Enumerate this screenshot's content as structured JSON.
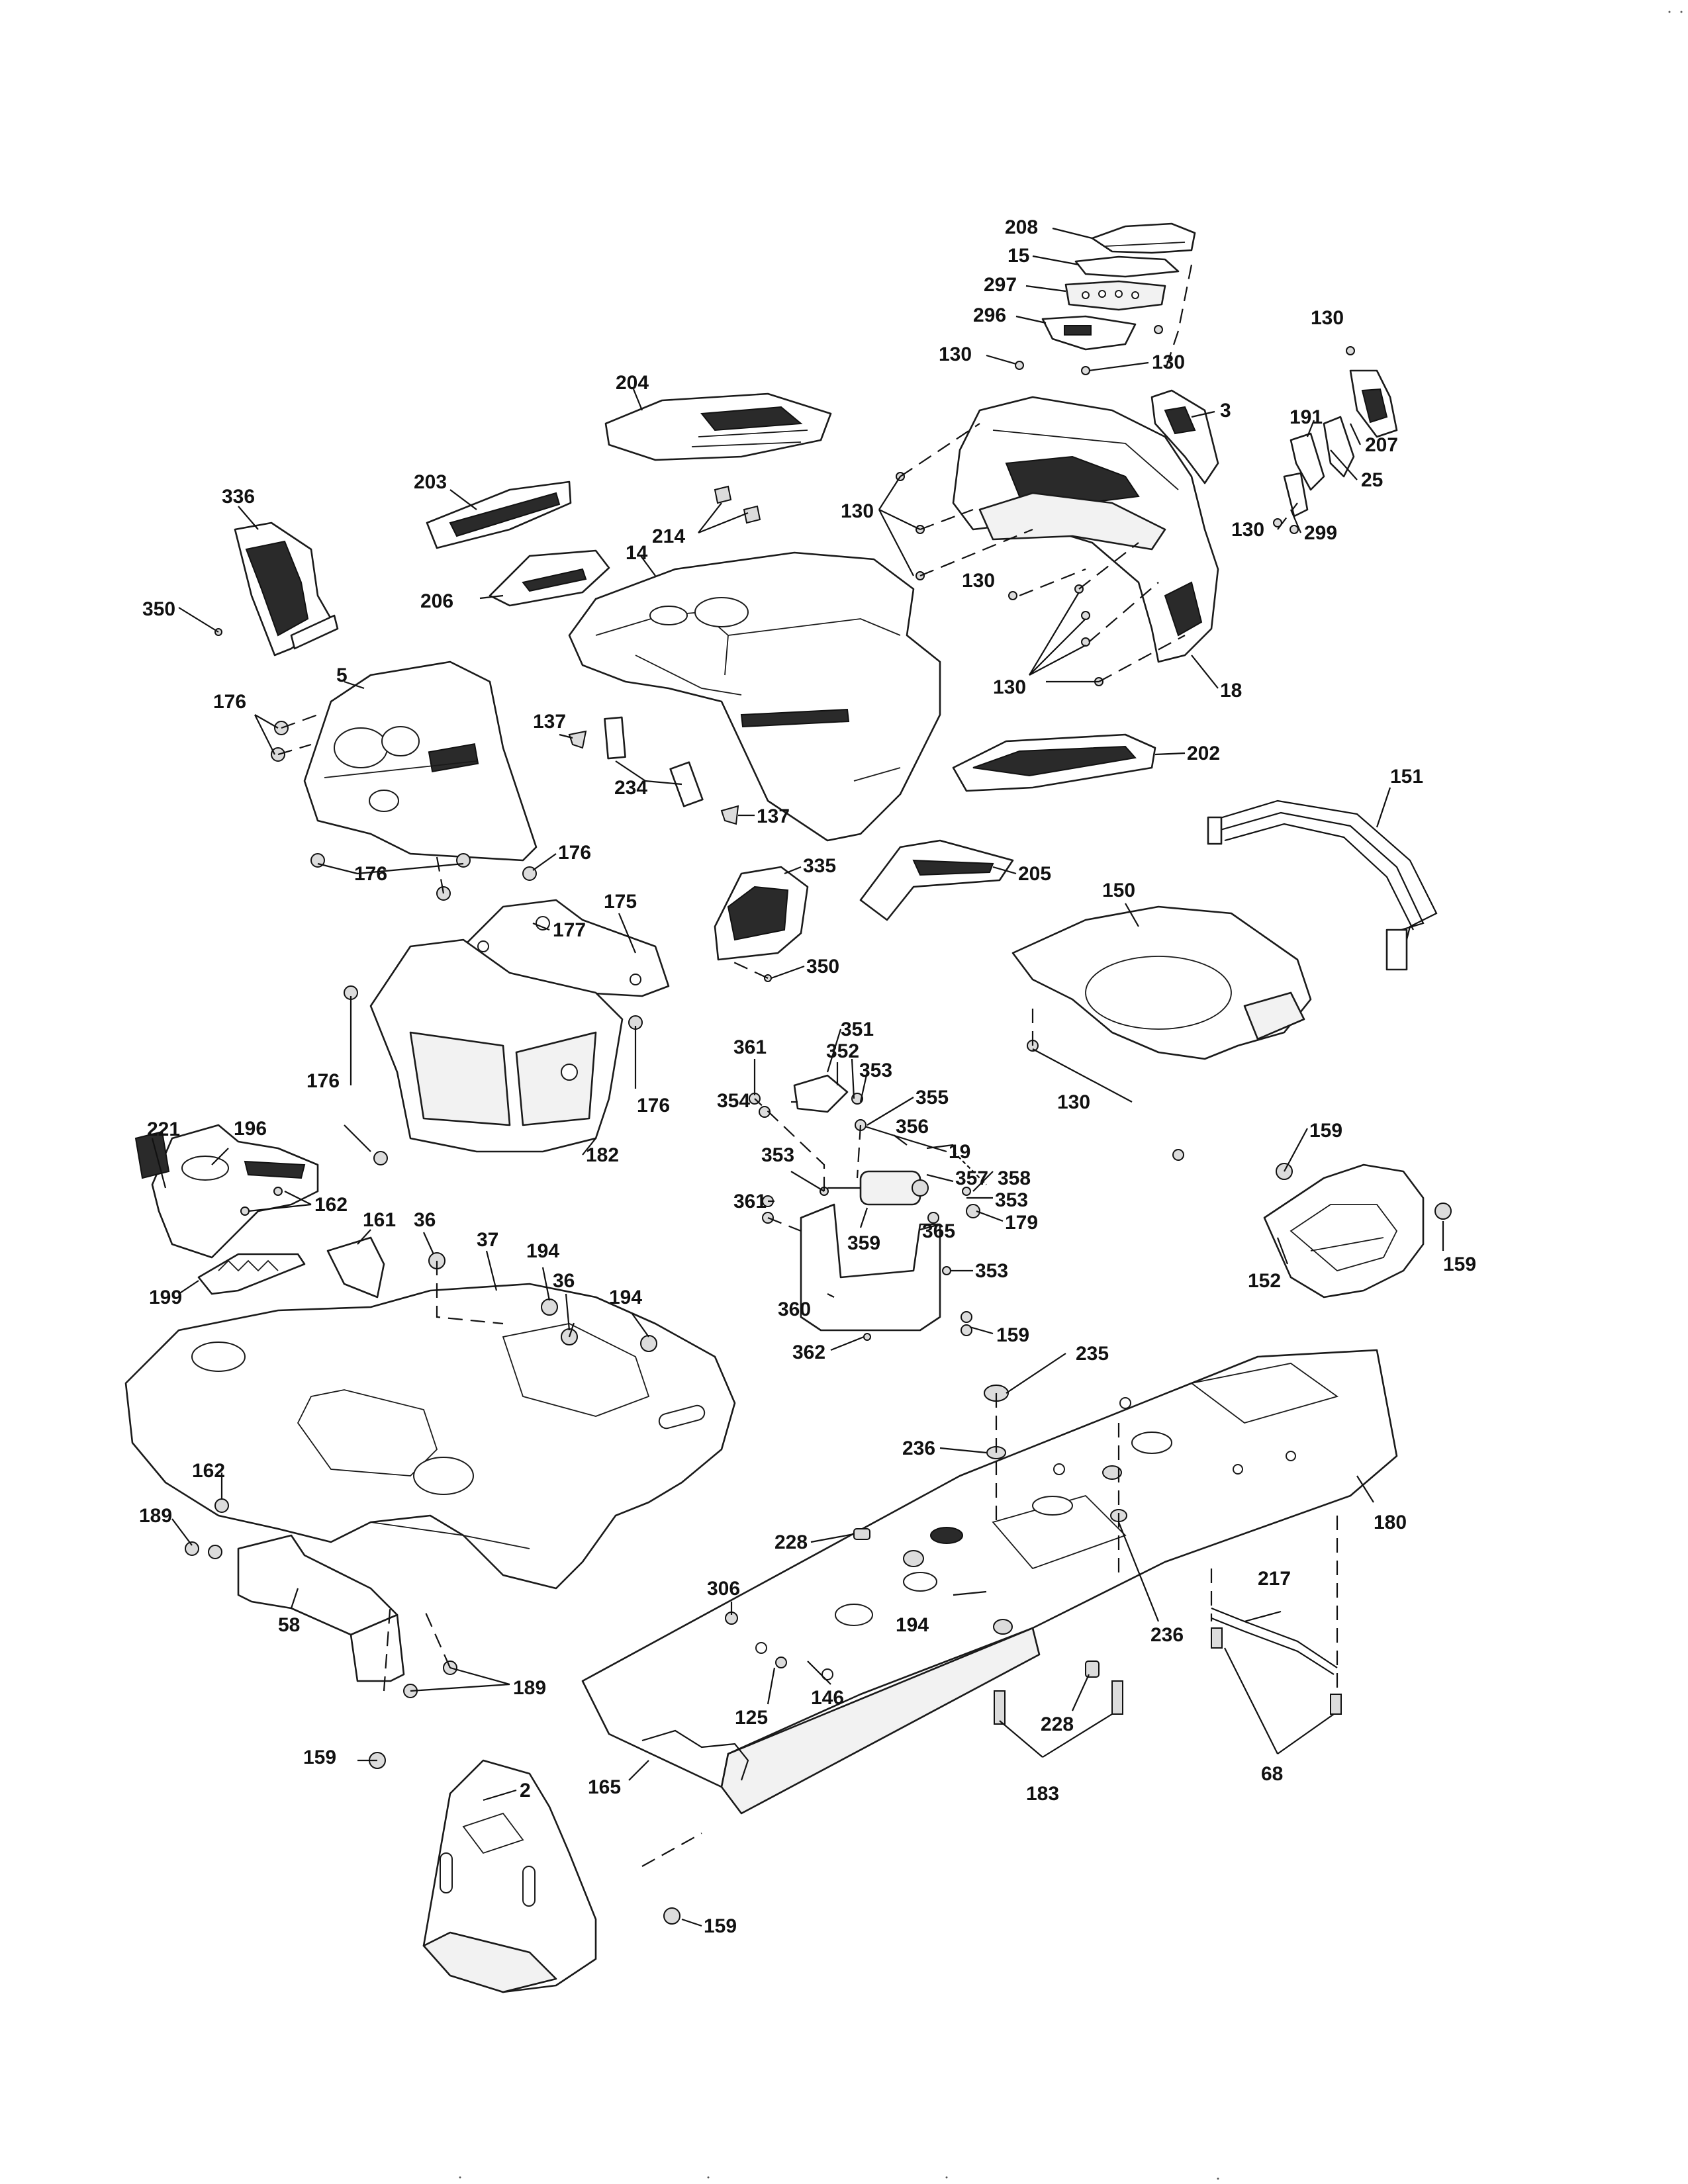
{
  "diagram": {
    "callouts": [
      {
        "id": "c208",
        "text": "208"
      },
      {
        "id": "c15",
        "text": "15"
      },
      {
        "id": "c297",
        "text": "297"
      },
      {
        "id": "c296",
        "text": "296"
      },
      {
        "id": "c130a",
        "text": "130"
      },
      {
        "id": "c130b",
        "text": "130"
      },
      {
        "id": "c130c",
        "text": "130"
      },
      {
        "id": "c3",
        "text": "3"
      },
      {
        "id": "c191",
        "text": "191"
      },
      {
        "id": "c207",
        "text": "207"
      },
      {
        "id": "c25",
        "text": "25"
      },
      {
        "id": "c130d",
        "text": "130"
      },
      {
        "id": "c299",
        "text": "299"
      },
      {
        "id": "c204",
        "text": "204"
      },
      {
        "id": "c203",
        "text": "203"
      },
      {
        "id": "c336",
        "text": "336"
      },
      {
        "id": "c214",
        "text": "214"
      },
      {
        "id": "c130e",
        "text": "130"
      },
      {
        "id": "c130f",
        "text": "130"
      },
      {
        "id": "c14",
        "text": "14"
      },
      {
        "id": "c206",
        "text": "206"
      },
      {
        "id": "c350a",
        "text": "350"
      },
      {
        "id": "c130g",
        "text": "130"
      },
      {
        "id": "c18",
        "text": "18"
      },
      {
        "id": "c5",
        "text": "5"
      },
      {
        "id": "c176a",
        "text": "176"
      },
      {
        "id": "c137a",
        "text": "137"
      },
      {
        "id": "c202",
        "text": "202"
      },
      {
        "id": "c234",
        "text": "234"
      },
      {
        "id": "c137b",
        "text": "137"
      },
      {
        "id": "c151",
        "text": "151"
      },
      {
        "id": "c176b",
        "text": "176"
      },
      {
        "id": "c176c",
        "text": "176"
      },
      {
        "id": "c335",
        "text": "335"
      },
      {
        "id": "c205",
        "text": "205"
      },
      {
        "id": "c175",
        "text": "175"
      },
      {
        "id": "c177",
        "text": "177"
      },
      {
        "id": "c150",
        "text": "150"
      },
      {
        "id": "c350b",
        "text": "350"
      },
      {
        "id": "c351",
        "text": "351"
      },
      {
        "id": "c361a",
        "text": "361"
      },
      {
        "id": "c352",
        "text": "352"
      },
      {
        "id": "c353a",
        "text": "353"
      },
      {
        "id": "c354",
        "text": "354"
      },
      {
        "id": "c355",
        "text": "355"
      },
      {
        "id": "c130h",
        "text": "130"
      },
      {
        "id": "c176d",
        "text": "176"
      },
      {
        "id": "c176e",
        "text": "176"
      },
      {
        "id": "c221",
        "text": "221"
      },
      {
        "id": "c196",
        "text": "196"
      },
      {
        "id": "c182",
        "text": "182"
      },
      {
        "id": "c356",
        "text": "356"
      },
      {
        "id": "c19",
        "text": "19"
      },
      {
        "id": "c353b",
        "text": "353"
      },
      {
        "id": "c357",
        "text": "357"
      },
      {
        "id": "c358",
        "text": "358"
      },
      {
        "id": "c159a",
        "text": "159"
      },
      {
        "id": "c353c",
        "text": "353"
      },
      {
        "id": "c162a",
        "text": "162"
      },
      {
        "id": "c361b",
        "text": "361"
      },
      {
        "id": "c179",
        "text": "179"
      },
      {
        "id": "c365",
        "text": "365"
      },
      {
        "id": "c161",
        "text": "161"
      },
      {
        "id": "c36a",
        "text": "36"
      },
      {
        "id": "c37",
        "text": "37"
      },
      {
        "id": "c359",
        "text": "359"
      },
      {
        "id": "c353d",
        "text": "353"
      },
      {
        "id": "c194a",
        "text": "194"
      },
      {
        "id": "c199",
        "text": "199"
      },
      {
        "id": "c36b",
        "text": "36"
      },
      {
        "id": "c152",
        "text": "152"
      },
      {
        "id": "c159b",
        "text": "159"
      },
      {
        "id": "c194b",
        "text": "194"
      },
      {
        "id": "c360",
        "text": "360"
      },
      {
        "id": "c159c",
        "text": "159"
      },
      {
        "id": "c362",
        "text": "362"
      },
      {
        "id": "c235",
        "text": "235"
      },
      {
        "id": "c236a",
        "text": "236"
      },
      {
        "id": "c162b",
        "text": "162"
      },
      {
        "id": "c189a",
        "text": "189"
      },
      {
        "id": "c180",
        "text": "180"
      },
      {
        "id": "c228a",
        "text": "228"
      },
      {
        "id": "c217",
        "text": "217"
      },
      {
        "id": "c306",
        "text": "306"
      },
      {
        "id": "c194c",
        "text": "194"
      },
      {
        "id": "c236b",
        "text": "236"
      },
      {
        "id": "c58",
        "text": "58"
      },
      {
        "id": "c189b",
        "text": "189"
      },
      {
        "id": "c146",
        "text": "146"
      },
      {
        "id": "c125",
        "text": "125"
      },
      {
        "id": "c228b",
        "text": "228"
      },
      {
        "id": "c159d",
        "text": "159"
      },
      {
        "id": "c2",
        "text": "2"
      },
      {
        "id": "c165",
        "text": "165"
      },
      {
        "id": "c183",
        "text": "183"
      },
      {
        "id": "c68",
        "text": "68"
      },
      {
        "id": "c159e",
        "text": "159"
      }
    ]
  }
}
